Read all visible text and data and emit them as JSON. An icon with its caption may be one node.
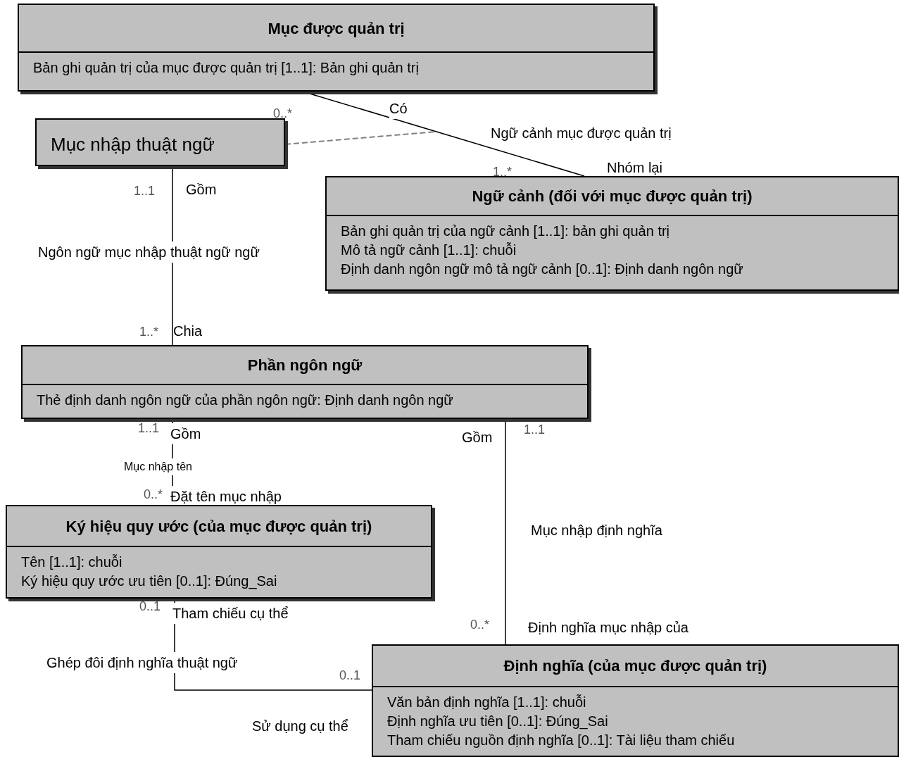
{
  "diagram": {
    "nodes": [
      {
        "text": [
          "Mục được quản trị",
          "Bản ghi quản trị của mục được quản trị [1..1]: Bản ghi quản trị"
        ]
      },
      {
        "text": [
          "Mục nhập thuật ngữ"
        ]
      },
      {
        "text": [
          "Ngữ cảnh (đối với mục được quản trị)",
          "Bản ghi quản trị của ngữ cảnh [1..1]: bản ghi quản trị",
          "Mô tả ngữ cảnh [1..1]: chuỗi",
          "Định danh ngôn ngữ mô tả ngữ cảnh [0..1]: Định danh ngôn ngữ"
        ]
      },
      {
        "text": [
          "Phần ngôn ngữ",
          "Thẻ định danh ngôn ngữ của phần ngôn ngữ: Định danh ngôn ngữ"
        ]
      },
      {
        "text": [
          "Ký hiệu quy ước (của mục được quản trị)",
          "Tên [1..1]: chuỗi",
          "Ký hiệu quy ước ưu tiên [0..1]: Đúng_Sai"
        ]
      },
      {
        "text": [
          "Định nghĩa (của mục được quản trị)",
          "Văn bản định nghĩa [1..1]: chuỗi",
          "Định nghĩa ưu tiên [0..1]: Đúng_Sai",
          "Tham chiếu nguồn định nghĩa [0..1]: Tài liệu tham chiếu"
        ]
      }
    ],
    "edges": [
      {
        "from": 0,
        "to": 2,
        "arrow": "none",
        "label": "Ngữ cảnh mục được quản trị"
      },
      {
        "from": 1,
        "to": null,
        "arrow": "none",
        "style": "dashed",
        "color": "#808080"
      },
      {
        "from": 1,
        "to": 3,
        "arrow": "none",
        "label": "Ngôn ngữ mục nhập thuật ngữ ngữ"
      },
      {
        "from": 3,
        "to": 4,
        "arrow": "none",
        "label": "Mục nhập tên"
      },
      {
        "from": 3,
        "to": 5,
        "arrow": "none",
        "label": "Mục nhập định nghĩa"
      },
      {
        "from": 4,
        "to": 5,
        "arrow": "none",
        "label": "Ghép đôi định nghĩa thuật ngữ"
      }
    ],
    "labels": [
      "0..*",
      "Có",
      "1..*",
      "Nhóm lại",
      "1..1",
      "Gồm",
      "1..*",
      "Chia",
      "1..1",
      "Gồm",
      "Gồm",
      "1..1",
      "0..*",
      "Đặt tên mục nhập",
      "0..*",
      "Định nghĩa mục nhập của",
      "0..1",
      "Tham chiếu cụ thể",
      "0..1",
      "Sử dụng cụ thể"
    ]
  }
}
